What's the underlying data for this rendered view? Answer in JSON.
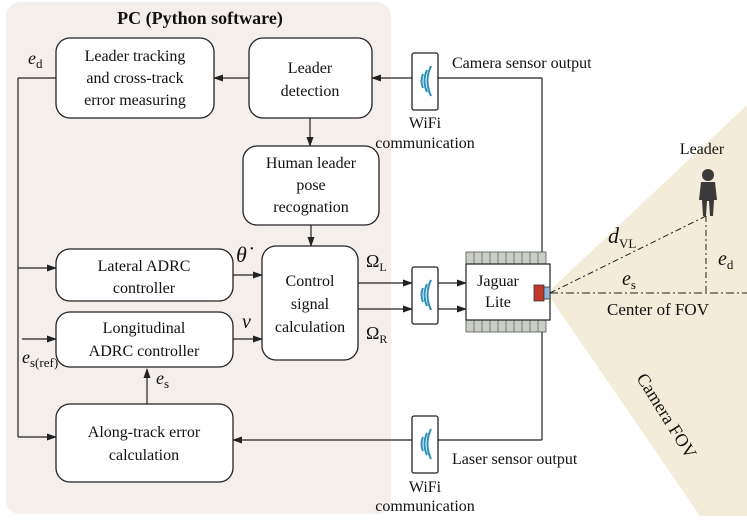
{
  "pc_label": "PC (Python software)",
  "blocks": {
    "leader_tracking": [
      "Leader tracking",
      "and cross-track",
      "error measuring"
    ],
    "leader_detection": [
      "Leader",
      "detection"
    ],
    "human_pose": [
      "Human leader",
      "pose",
      "recognation"
    ],
    "lateral_adrc": [
      "Lateral ADRC",
      "controller"
    ],
    "longitudinal_adrc": [
      "Longitudinal",
      "ADRC controller"
    ],
    "control_signal": [
      "Control",
      "signal",
      "calculation"
    ],
    "along_track": [
      "Along-track error",
      "calculation"
    ],
    "jaguar": [
      "Jaguar",
      "Lite"
    ]
  },
  "wifi_label": [
    "WiFi",
    "communication"
  ],
  "camera_sensor_output": "Camera sensor output",
  "laser_sensor_output": "Laser sensor output",
  "symbols": {
    "e_d": "e",
    "e_d_sub": "d",
    "theta_dot": "θ̇",
    "v": "v",
    "omega_l": "Ω",
    "omega_l_sub": "L",
    "omega_r": "Ω",
    "omega_r_sub": "R",
    "e_s": "e",
    "e_s_sub": "s",
    "e_s_ref": "e",
    "e_s_ref_sub": "s(ref)",
    "d_vl": "d",
    "d_vl_sub": "VL"
  },
  "fov": {
    "leader": "Leader",
    "center_of_fov": "Center of FOV",
    "camera_fov": "Camera FOV"
  },
  "colors": {
    "pc_background": "#f5efec",
    "fov_background": "#f3ecd8",
    "wifi_waves": "#2b8fb8",
    "camera_red": "#c0392b",
    "jaguar_gray": "#c9cfc4"
  }
}
